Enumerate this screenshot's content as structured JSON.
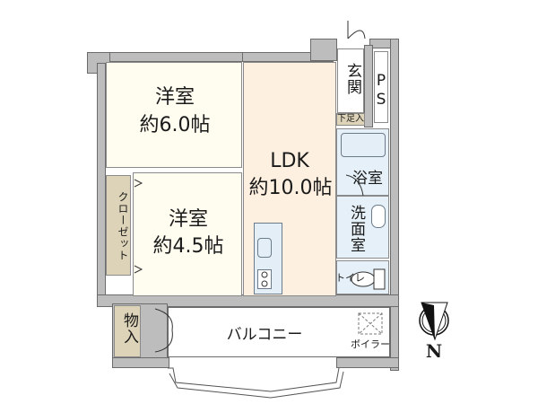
{
  "floor_plan": {
    "rooms": [
      {
        "id": "western-room-1",
        "name": "洋室",
        "size": "約6.0帖"
      },
      {
        "id": "western-room-2",
        "name": "洋室",
        "size": "約4.5帖"
      },
      {
        "id": "ldk",
        "name": "LDK",
        "size": "約10.0帖"
      },
      {
        "id": "closet",
        "name": "クローゼット"
      },
      {
        "id": "entrance",
        "name": "玄関"
      },
      {
        "id": "shoe-box",
        "name": "下足入"
      },
      {
        "id": "pipe-space",
        "name": "PS"
      },
      {
        "id": "bathroom",
        "name": "浴室"
      },
      {
        "id": "washroom",
        "name": "洗面室"
      },
      {
        "id": "toilet",
        "name": "トイレ"
      },
      {
        "id": "storage",
        "name": "物入"
      },
      {
        "id": "balcony",
        "name": "バルコニー"
      },
      {
        "id": "boiler",
        "name": "ボイラー"
      }
    ],
    "compass": {
      "label": "N"
    },
    "colors": {
      "wall": "#bdbdbd",
      "western_room": "#fffdf0",
      "ldk": "#fdf0e0",
      "wet_area": "#e6f0f8",
      "storage": "#ddd3b8",
      "balcony": "#ffffff"
    }
  }
}
